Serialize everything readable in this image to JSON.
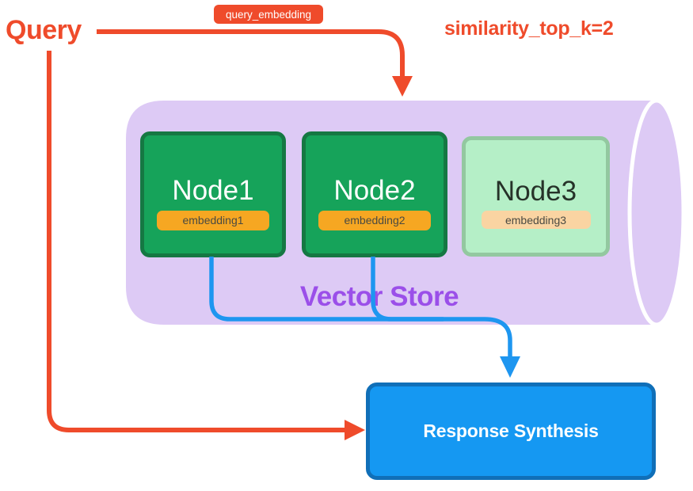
{
  "diagram": {
    "query_label": "Query",
    "query_embedding_badge": "query_embedding",
    "similarity_label": "similarity_top_k=2",
    "vector_store": {
      "title": "Vector Store",
      "nodes": [
        {
          "label": "Node1",
          "embedding": "embedding1",
          "state": "retrieved"
        },
        {
          "label": "Node2",
          "embedding": "embedding2",
          "state": "retrieved"
        },
        {
          "label": "Node3",
          "embedding": "embedding3",
          "state": "not-retrieved"
        }
      ]
    },
    "response_box_label": "Response Synthesis",
    "colors": {
      "accent_red": "#EF4B2B",
      "cylinder_purple": "#DDCAF5",
      "vector_store_text_purple": "#9B4FE9",
      "node_green_fill": "#16A35A",
      "node_green_border": "#157843",
      "node_mint_fill": "#B5EFC7",
      "node_mint_border": "#93C8A0",
      "embedding_badge_orange": "#F6A722",
      "embedding_badge_peach": "#FAD4A2",
      "arrow_blue": "#1E96F0",
      "response_box_fill": "#1598F2",
      "response_box_border": "#106FB8"
    }
  }
}
